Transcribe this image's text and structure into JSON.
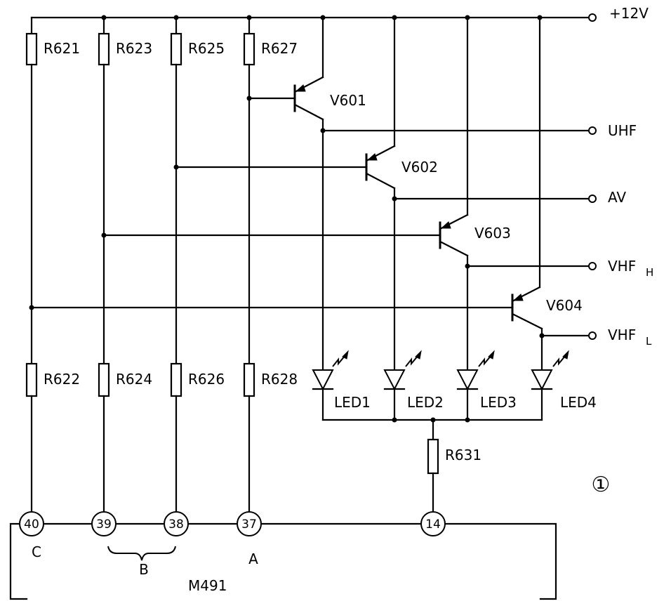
{
  "supply": {
    "label": "+12V"
  },
  "outputs": {
    "uhf": "UHF",
    "av": "AV",
    "vhfh": {
      "main": "VHF",
      "sub": "H"
    },
    "vhfl": {
      "main": "VHF",
      "sub": "L"
    }
  },
  "resistors": {
    "r621": "R621",
    "r622": "R622",
    "r623": "R623",
    "r624": "R624",
    "r625": "R625",
    "r626": "R626",
    "r627": "R627",
    "r628": "R628",
    "r631": "R631"
  },
  "transistors": {
    "v601": "V601",
    "v602": "V602",
    "v603": "V603",
    "v604": "V604"
  },
  "leds": {
    "led1": "LED1",
    "led2": "LED2",
    "led3": "LED3",
    "led4": "LED4"
  },
  "pins": {
    "p40": "40",
    "p39": "39",
    "p38": "38",
    "p37": "37",
    "p14": "14"
  },
  "pin_labels": {
    "c": "C",
    "b": "B",
    "a": "A"
  },
  "ic": {
    "label": "M491"
  },
  "figure_number": "①"
}
